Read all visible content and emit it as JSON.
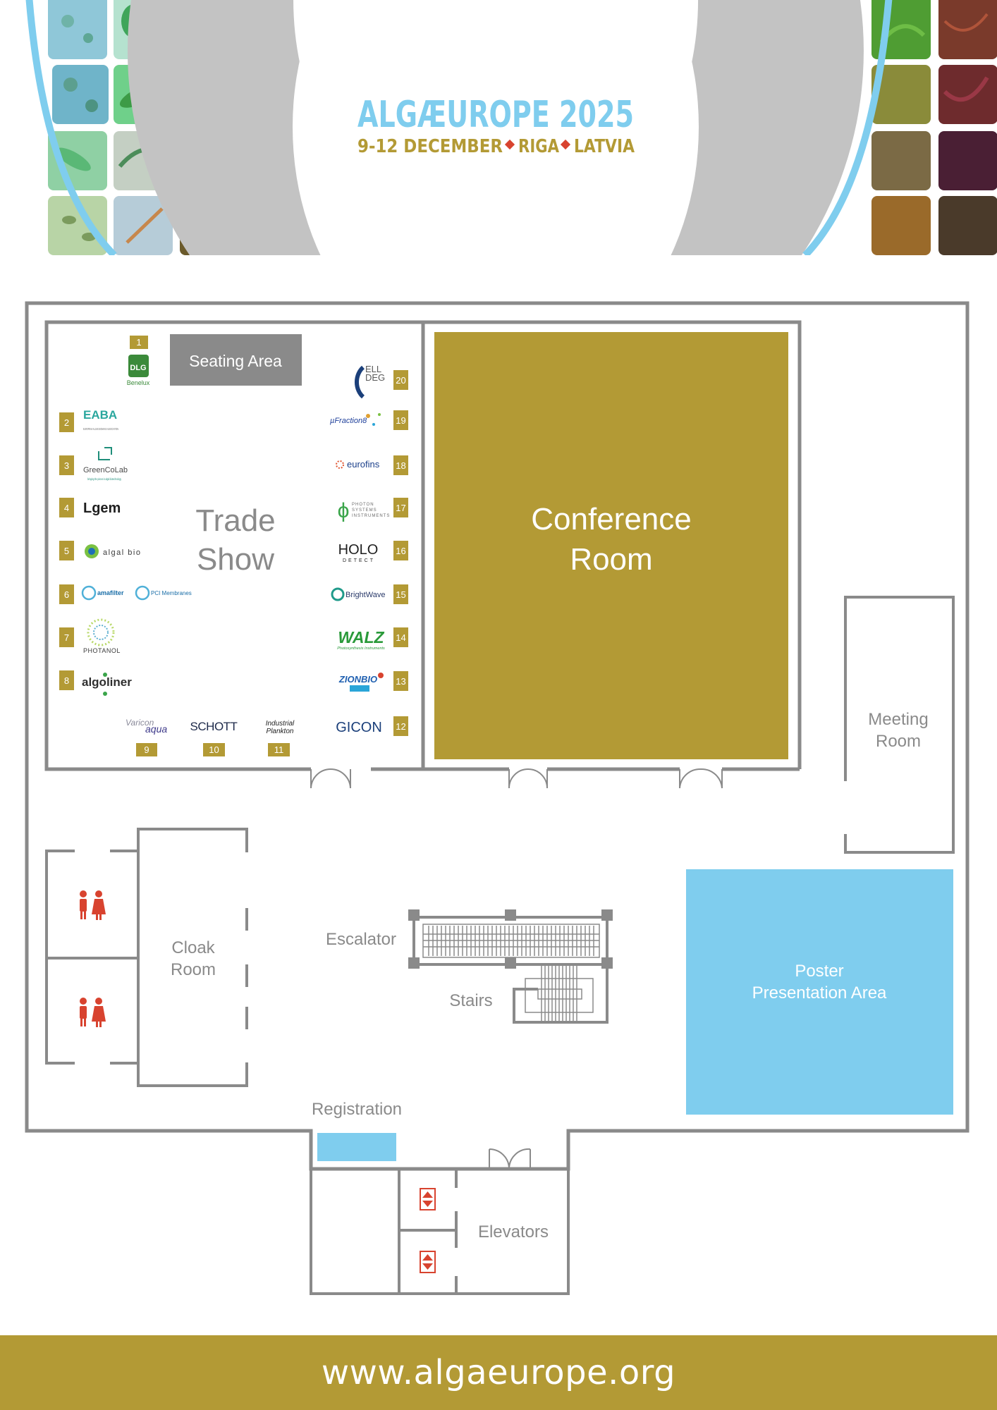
{
  "header": {
    "event_title": "ALGÆUROPE 2025",
    "event_subtitle_dates": "9-12 DECEMBER",
    "event_subtitle_city": "RIGA",
    "event_subtitle_country": "LATVIA",
    "colors": {
      "sky": "#7fcdee",
      "gray": "#c3c3c3",
      "gold": "#b39a35",
      "diamond": "#d8432f"
    }
  },
  "rooms": {
    "seating_area": "Seating Area",
    "trade_show_line1": "Trade",
    "trade_show_line2": "Show",
    "conference_line1": "Conference",
    "conference_line2": "Room",
    "meeting_line1": "Meeting",
    "meeting_line2": "Room",
    "cloak_line1": "Cloak",
    "cloak_line2": "Room",
    "escalator": "Escalator",
    "stairs": "Stairs",
    "poster_line1": "Poster",
    "poster_line2": "Presentation Area",
    "registration": "Registration",
    "elevators": "Elevators"
  },
  "booths": [
    {
      "num": "1",
      "logo": "DLG",
      "sub": "Benelux"
    },
    {
      "num": "2",
      "logo": "EABA",
      "sub": "EUROPEAN ALGAE BIOMASS ASSOCIATION"
    },
    {
      "num": "3",
      "logo": "GreenCoLab",
      "sub": "bringing the pieces in algal biotechnology"
    },
    {
      "num": "4",
      "logo": "Lgem"
    },
    {
      "num": "5",
      "logo": "algal bio"
    },
    {
      "num": "6",
      "logo": "amafilter",
      "logo2": "PCI Membranes"
    },
    {
      "num": "7",
      "logo": "PHOTANOL"
    },
    {
      "num": "8",
      "logo": "algoliner"
    },
    {
      "num": "9",
      "logo": "Varicon",
      "sub": "aqua"
    },
    {
      "num": "10",
      "logo": "SCHOTT"
    },
    {
      "num": "11",
      "logo": "Industrial",
      "sub": "Plankton"
    },
    {
      "num": "12",
      "logo": "GICON"
    },
    {
      "num": "13",
      "logo": "ZIONBIO"
    },
    {
      "num": "14",
      "logo": "WALZ",
      "sub": "Photosynthesis Instruments"
    },
    {
      "num": "15",
      "logo": "BrightWave"
    },
    {
      "num": "16",
      "logo": "HOLO",
      "sub": "DETECT"
    },
    {
      "num": "17",
      "logo": "PHOTON",
      "sub": "SYSTEMS",
      "sub2": "INSTRUMENTS"
    },
    {
      "num": "18",
      "logo": "eurofins"
    },
    {
      "num": "19",
      "logo": "µFraction8"
    },
    {
      "num": "20",
      "logo": "ELL",
      "sub": "DEG"
    }
  ],
  "icons": {
    "restroom": "restroom-icon",
    "elevator": "elevator-arrows-icon",
    "door": "double-door-icon"
  },
  "footer": {
    "url": "www.algaeurope.org"
  }
}
